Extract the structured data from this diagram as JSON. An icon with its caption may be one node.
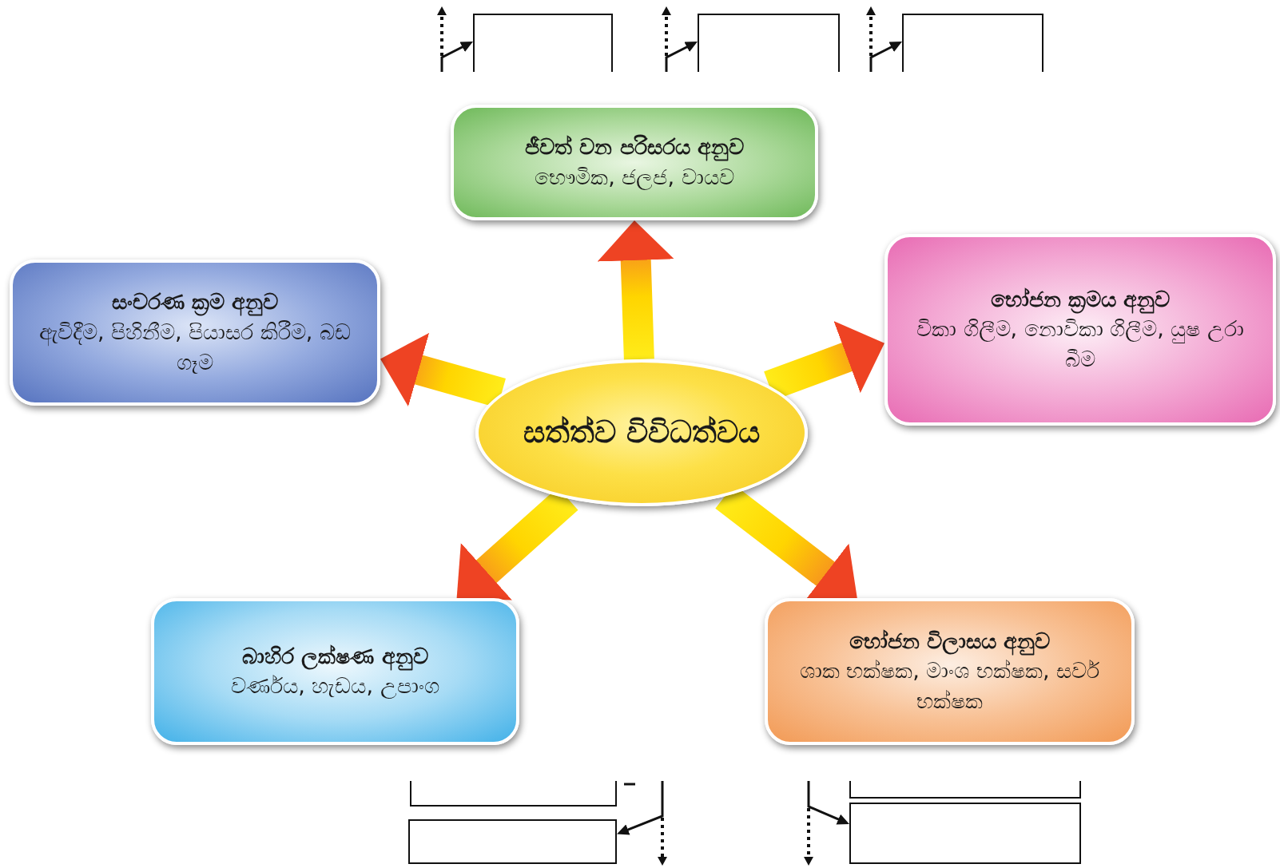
{
  "diagram": {
    "nodes": [
      {
        "text": [
          "සත්ත්ව විවිධත්වය"
        ]
      },
      {
        "text": [
          "ජීවත් වන පරිසරය අනුව",
          "භෞමික, ජලජ, වායව"
        ]
      },
      {
        "text": [
          "භෝජන ක්‍රමය අනුව",
          "විකා ගිලීම, නොවිකා ගිලීම, යුෂ උරා බීම"
        ]
      },
      {
        "text": [
          "සංචරණ ක්‍රම අනුව",
          "ඇවිදීම, පිහිනීම, පියාසර කිරීම, බඩ ගෑම"
        ]
      },
      {
        "text": [
          "බාහිර ලක්ෂණ අනුව",
          "වර්ණය, හැඩය, උපාංග"
        ]
      },
      {
        "text": [
          "භෝජන විලාසය අනුව",
          "ශාක භක්ෂක, මාංශ භක්ෂක, සර්ව භක්ෂක"
        ]
      },
      {
        "text": [],
        "shape": "box"
      },
      {
        "text": [],
        "shape": "box"
      },
      {
        "text": [],
        "shape": "box"
      },
      {
        "text": [],
        "shape": "box"
      },
      {
        "text": [],
        "shape": "box"
      },
      {
        "text": [],
        "shape": "box"
      },
      {
        "text": [],
        "shape": "box"
      }
    ],
    "edges": [
      {
        "from": 0,
        "to": 1,
        "arrow": "to",
        "style": "thick"
      },
      {
        "from": 0,
        "to": 2,
        "arrow": "to",
        "style": "thick"
      },
      {
        "from": 0,
        "to": 3,
        "arrow": "to",
        "style": "thick"
      },
      {
        "from": 0,
        "to": 4,
        "arrow": "to",
        "style": "thick"
      },
      {
        "from": 0,
        "to": 5,
        "arrow": "to",
        "style": "thick"
      },
      {
        "from": null,
        "to": 6,
        "arrow": "to"
      },
      {
        "from": null,
        "to": 7,
        "arrow": "to"
      },
      {
        "from": null,
        "to": 8,
        "arrow": "to"
      },
      {
        "from": null,
        "to": 10,
        "arrow": "to"
      },
      {
        "from": null,
        "to": 12,
        "arrow": "to"
      }
    ]
  }
}
